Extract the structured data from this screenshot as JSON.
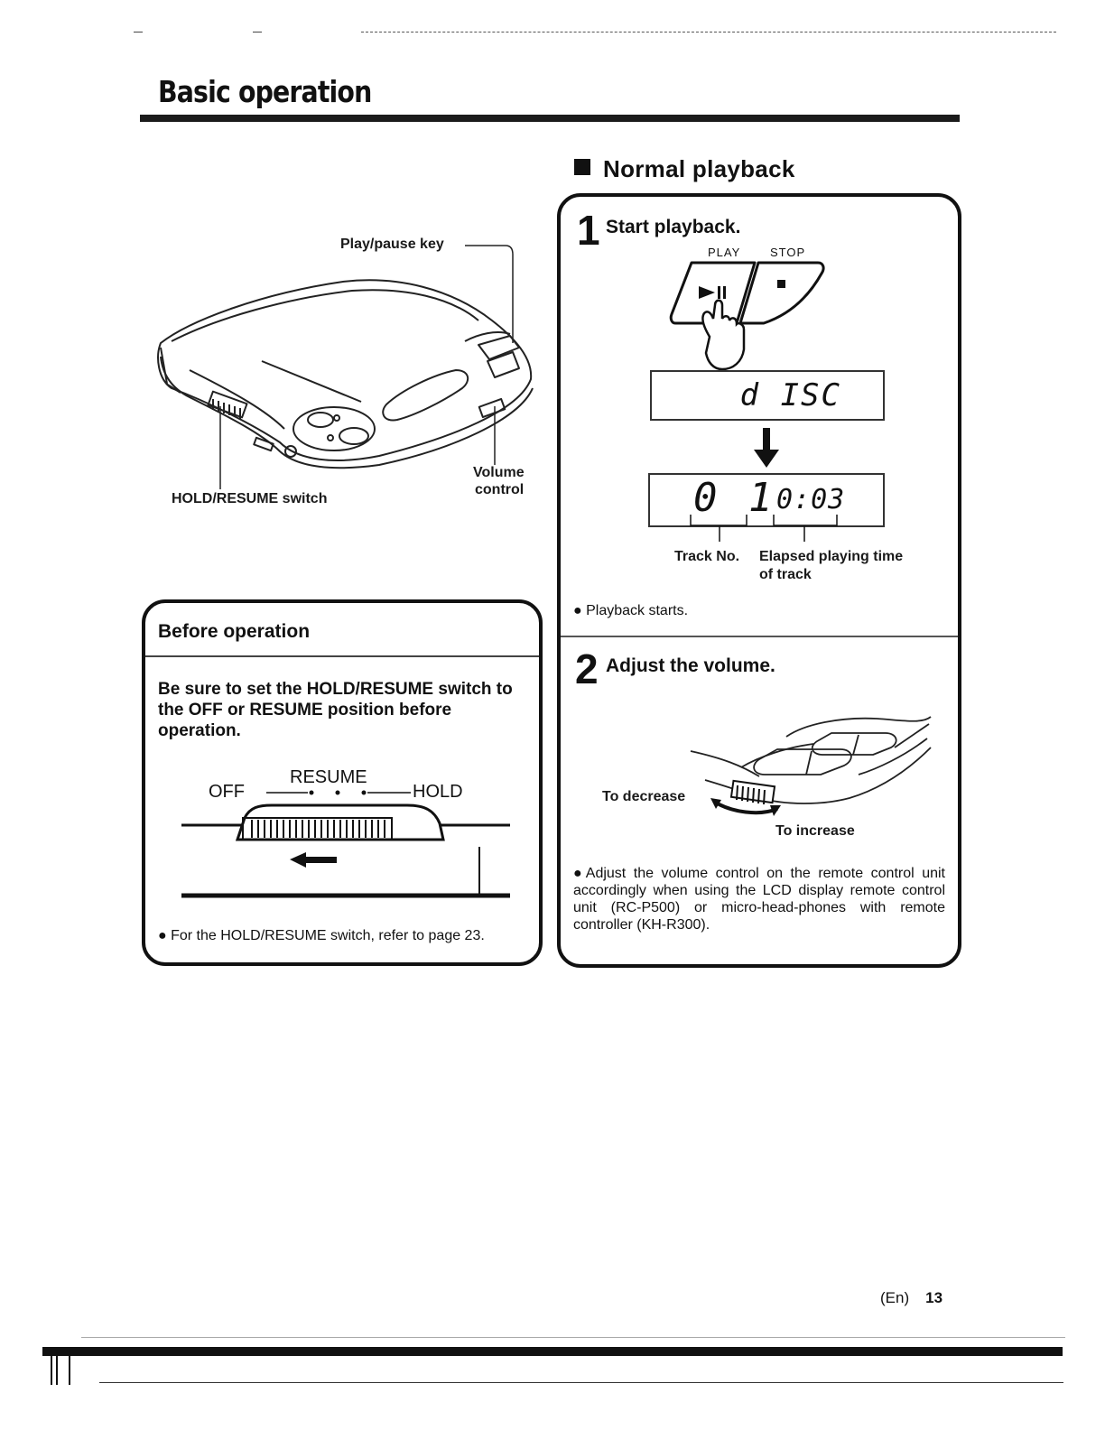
{
  "page": {
    "title": "Basic operation",
    "footer_lang": "(En)",
    "footer_page": "13"
  },
  "diagram": {
    "play_pause_label": "Play/pause key",
    "hold_resume_label": "HOLD/RESUME switch",
    "volume_label_line1": "Volume",
    "volume_label_line2": "control"
  },
  "before_operation": {
    "header": "Before operation",
    "instruction": "Be sure to set the HOLD/RESUME switch to the OFF or RESUME position before operation.",
    "switch_off": "OFF",
    "switch_resume": "RESUME",
    "switch_hold": "HOLD",
    "note": "For the HOLD/RESUME switch, refer to page 23."
  },
  "normal_playback": {
    "heading": "Normal playback",
    "step1": {
      "number": "1",
      "title": "Start playback.",
      "play_label": "PLAY",
      "stop_label": "STOP",
      "lcd_first": "d ISC",
      "lcd_track": "0 1",
      "lcd_time": "0:03",
      "track_label": "Track No.",
      "elapsed_label_line1": "Elapsed playing time",
      "elapsed_label_line2": "of track",
      "note": "Playback starts."
    },
    "step2": {
      "number": "2",
      "title": "Adjust the volume.",
      "decrease_label": "To decrease",
      "increase_label": "To increase",
      "note": "Adjust the volume control on the remote control unit accordingly when using the LCD display remote control unit (RC-P500) or micro-head-phones with remote controller (KH-R300)."
    }
  }
}
